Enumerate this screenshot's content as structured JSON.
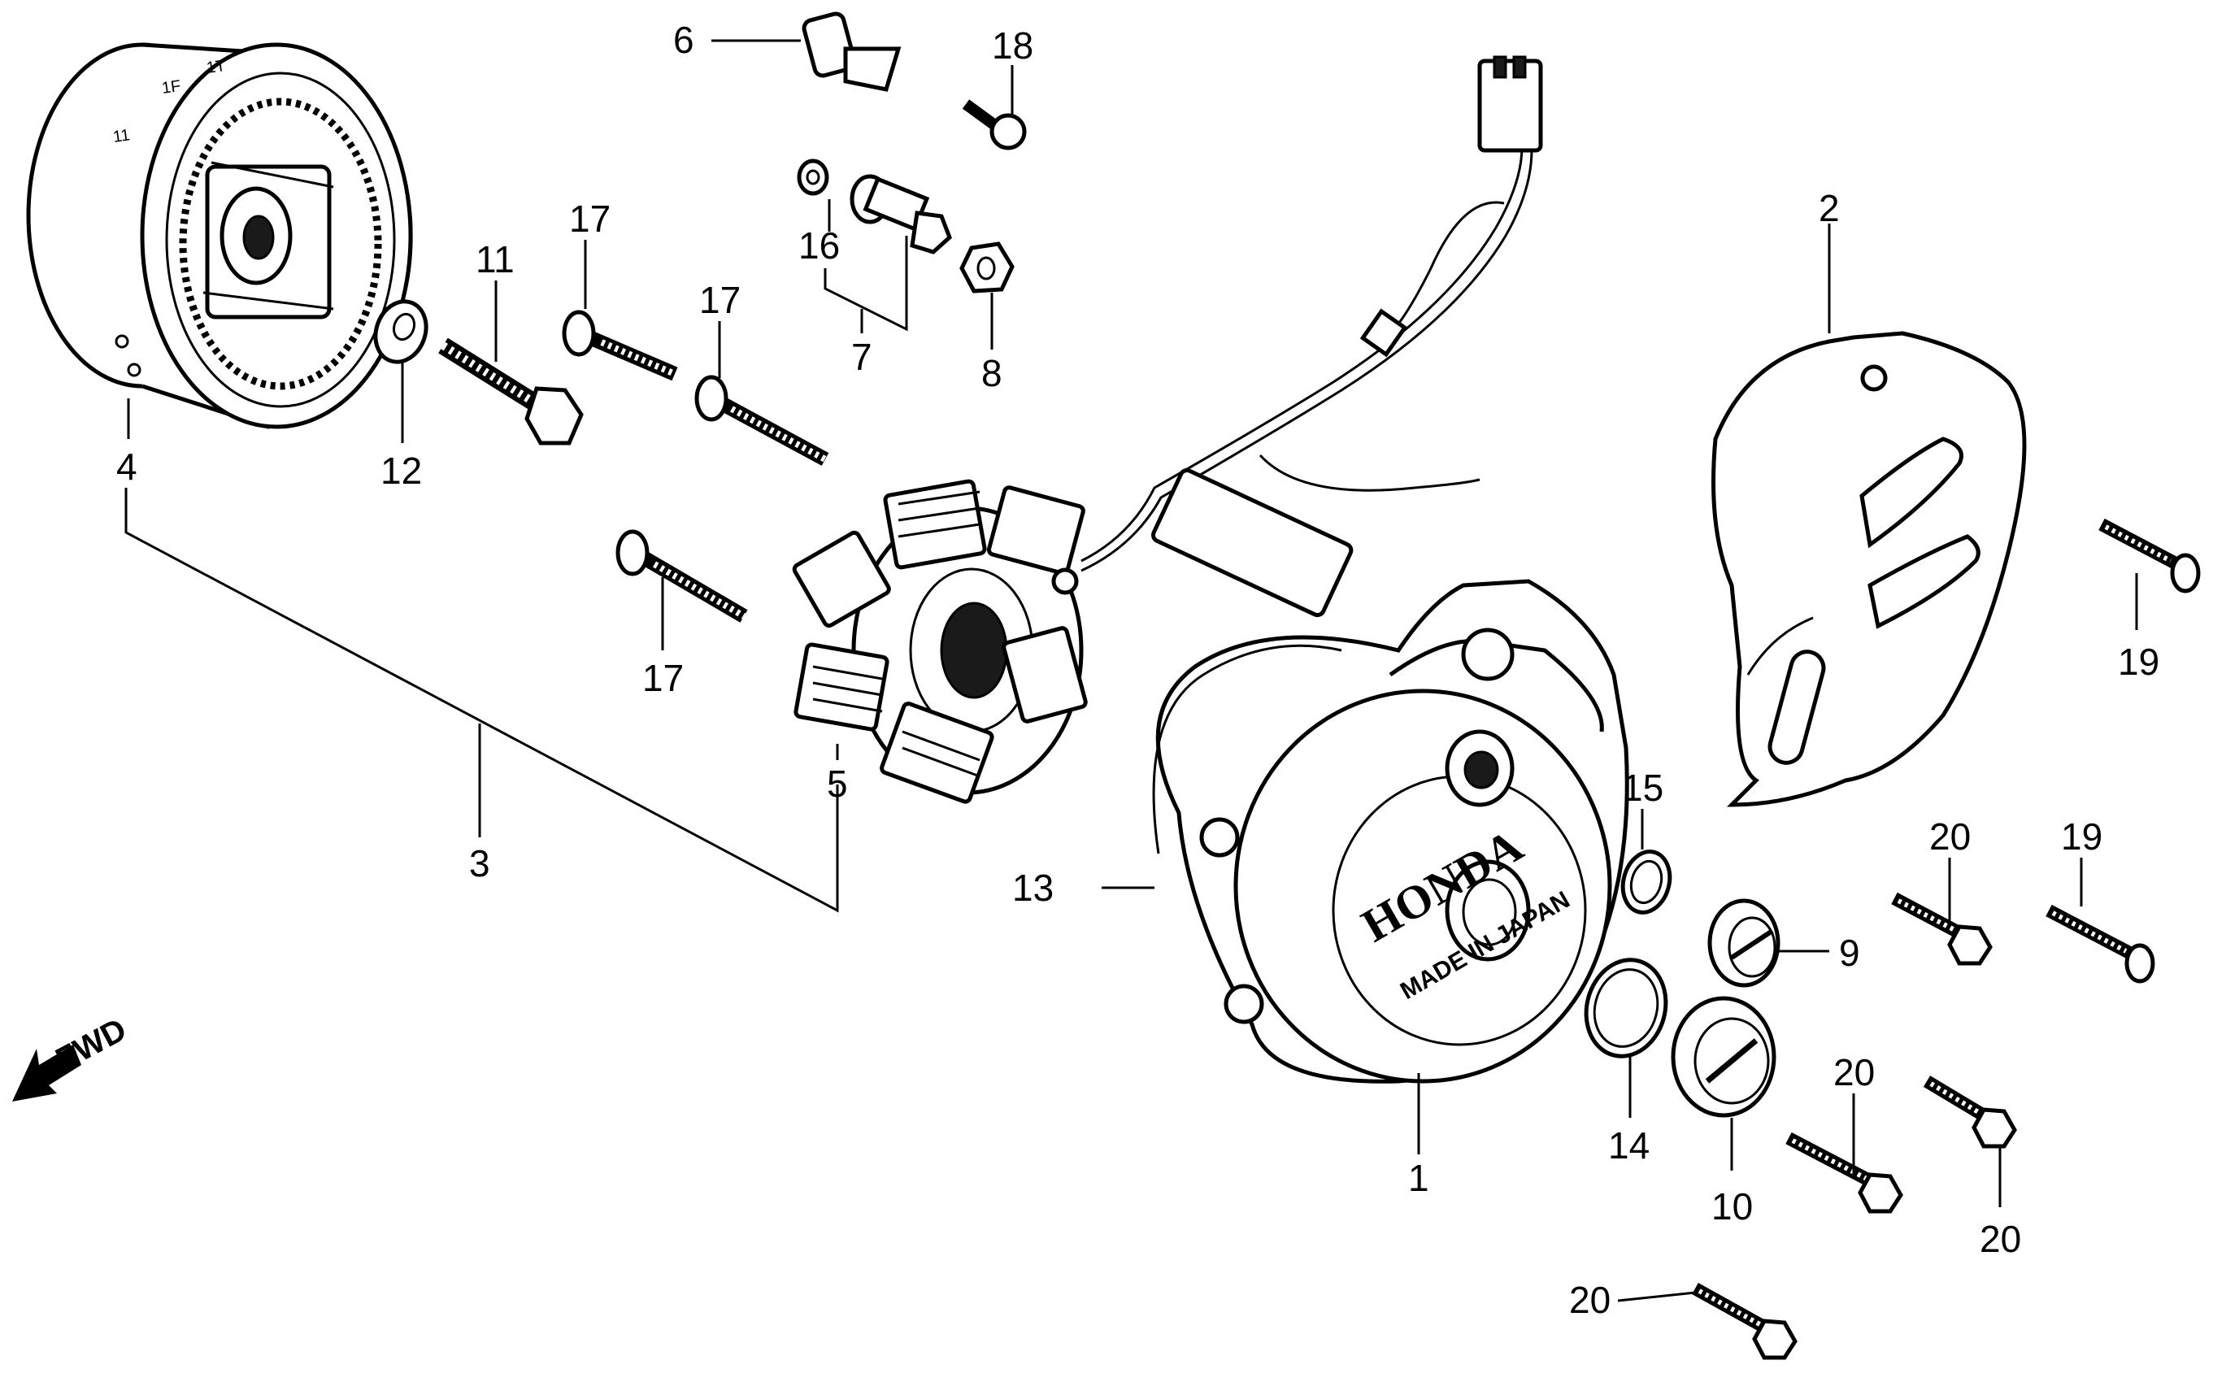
{
  "callouts": {
    "c1": "1",
    "c2": "2",
    "c3": "3",
    "c4": "4",
    "c5": "5",
    "c6": "6",
    "c7": "7",
    "c8": "8",
    "c9": "9",
    "c10": "10",
    "c11": "11",
    "c12": "12",
    "c13": "13",
    "c14": "14",
    "c15": "15",
    "c16": "16",
    "c17a": "17",
    "c17b": "17",
    "c17c": "17",
    "c18": "18",
    "c19a": "19",
    "c19b": "19",
    "c20a": "20",
    "c20b": "20",
    "c20c": "20",
    "c20d": "20"
  },
  "fwd_label": "FWD",
  "cover_markings": {
    "brand": "HONDA",
    "origin": "MADE IN JAPAN"
  },
  "rotor_markings": {
    "mark_a": "11",
    "mark_b": "1F",
    "mark_c": "1T"
  }
}
